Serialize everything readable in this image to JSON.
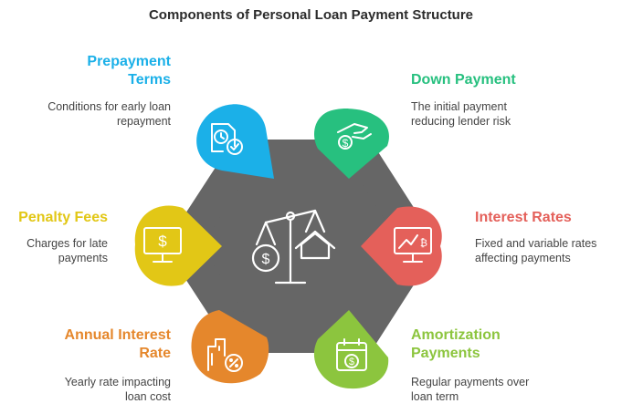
{
  "title": "Components of Personal Loan Payment Structure",
  "colors": {
    "center": "#666666",
    "prepayment": "#1bb0e8",
    "down_payment": "#27c07f",
    "interest_rates": "#e4605a",
    "amortization": "#8cc53e",
    "annual_interest": "#e5872c",
    "penalty": "#e2c716"
  },
  "items": {
    "prepayment": {
      "head": "Prepayment Terms",
      "head_l1": "Prepayment",
      "head_l2": "Terms",
      "desc_l1": "Conditions for early loan",
      "desc_l2": "repayment",
      "icon": "clock-document-icon"
    },
    "down_payment": {
      "head": "Down Payment",
      "desc_l1": "The initial payment",
      "desc_l2": "reducing lender risk",
      "icon": "hand-money-icon"
    },
    "interest_rates": {
      "head": "Interest Rates",
      "desc_l1": "Fixed and variable rates",
      "desc_l2": "affecting payments",
      "icon": "monitor-chart-icon"
    },
    "amortization": {
      "head": "Amortization Payments",
      "head_l1": "Amortization",
      "head_l2": "Payments",
      "desc_l1": "Regular payments over",
      "desc_l2": "loan term",
      "icon": "calendar-dollar-icon"
    },
    "annual_interest": {
      "head": "Annual Interest Rate",
      "head_l1": "Annual Interest",
      "head_l2": "Rate",
      "desc_l1": "Yearly rate impacting",
      "desc_l2": "loan cost",
      "icon": "building-percent-icon"
    },
    "penalty": {
      "head": "Penalty Fees",
      "desc_l1": "Charges for late",
      "desc_l2": "payments",
      "icon": "monitor-dollar-icon"
    }
  },
  "center_icon": "scale-money-house-icon"
}
